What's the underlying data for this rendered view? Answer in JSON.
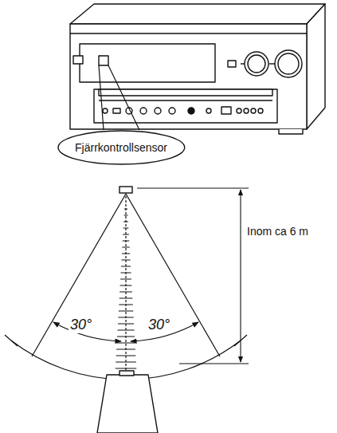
{
  "diagram": {
    "nodes": [
      {
        "text": [
          "Fjärrkontrollsensor"
        ]
      }
    ],
    "labels": [
      "Inom ca 6 m",
      "30°",
      "30°"
    ]
  }
}
